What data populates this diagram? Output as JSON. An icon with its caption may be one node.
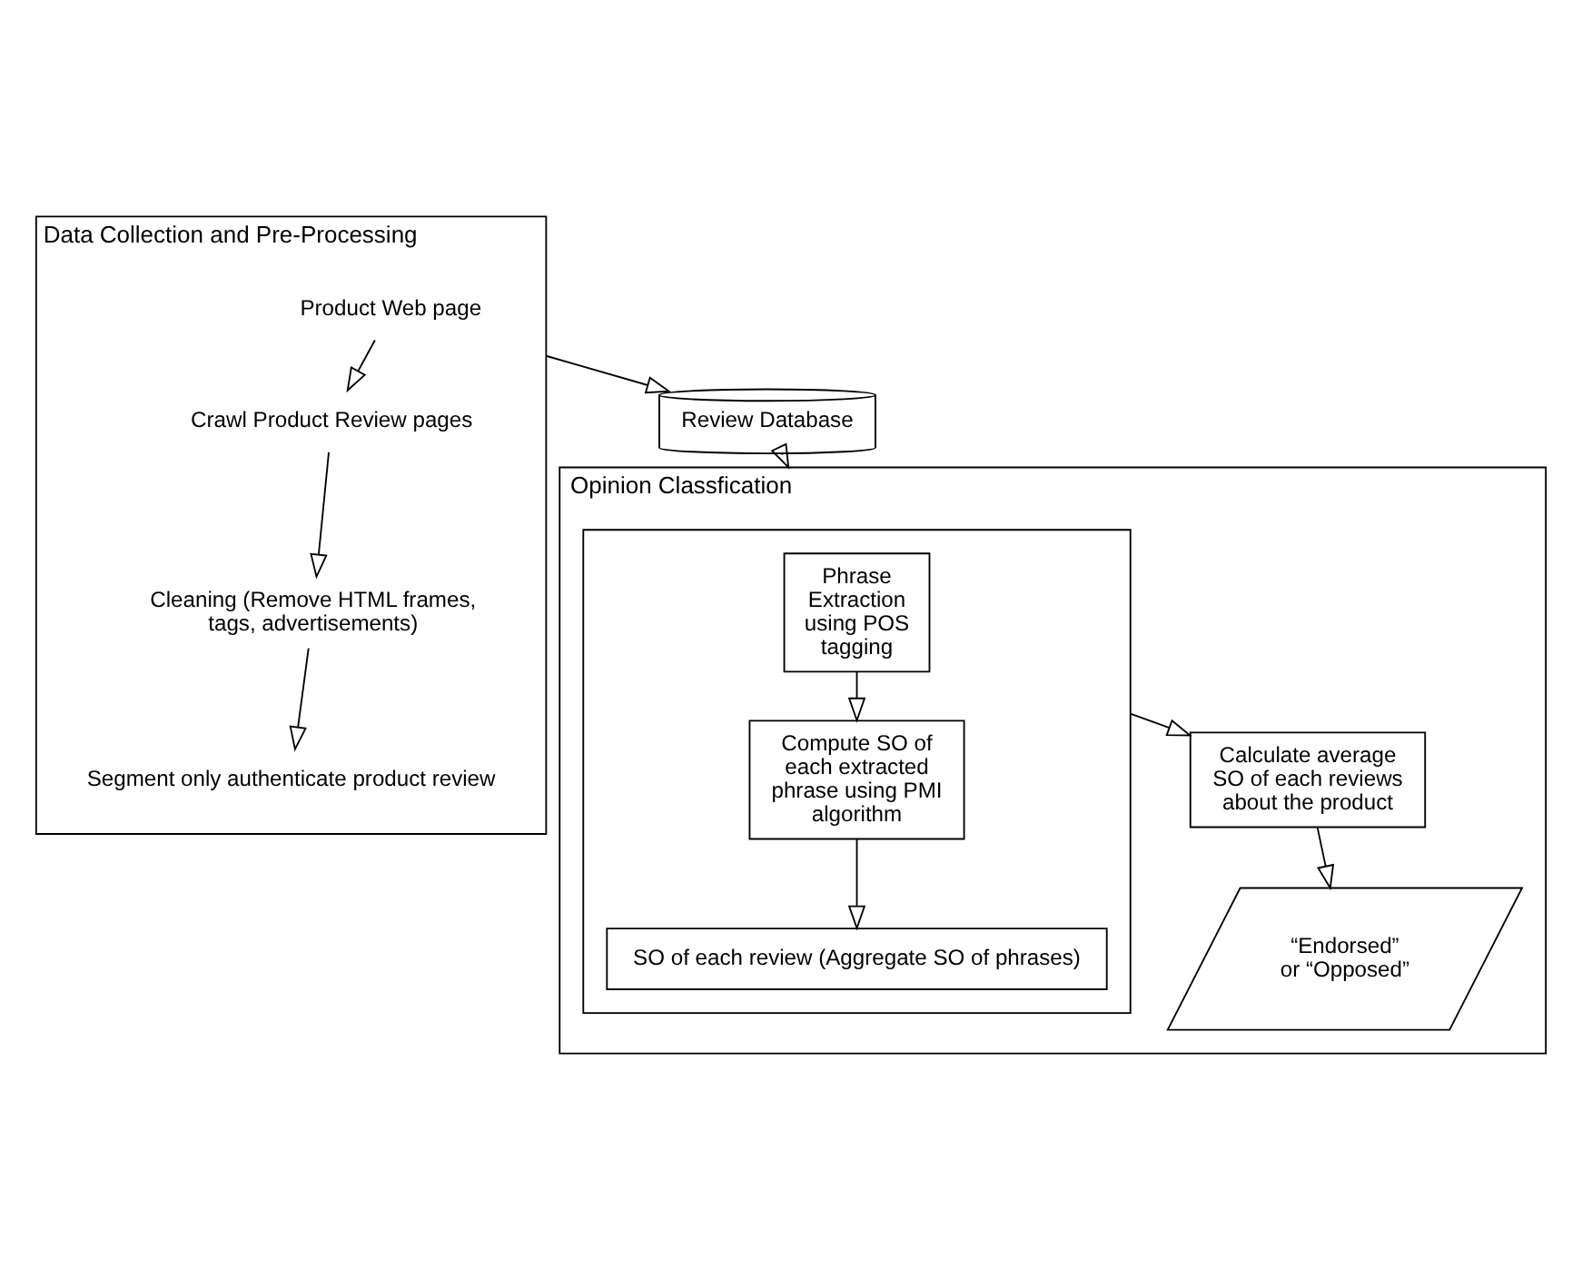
{
  "diagram": {
    "nodes": [
      {
        "text": [
          "Data Collection and Pre-Processing"
        ]
      },
      {
        "text": [
          "Product Web page"
        ],
        "in": 0
      },
      {
        "text": [
          "Crawl Product Review pages"
        ],
        "in": 0
      },
      {
        "text": [
          "Cleaning (Remove HTML frames, tags, advertisements)"
        ],
        "in": 0
      },
      {
        "text": [
          "Segment only authenticate product review"
        ],
        "in": 0
      },
      {
        "text": [
          "Review Database"
        ]
      },
      {
        "text": [
          "Opinion Classfication"
        ]
      },
      {
        "text": [],
        "shape": "box",
        "in": 6
      },
      {
        "text": [
          "Calculate average SO of each reviews about the product"
        ],
        "in": 6
      },
      {
        "text": [
          "“Endorsed” or “Opposed”"
        ],
        "in": 6
      },
      {
        "text": [
          "Phrase Extraction using POS tagging"
        ],
        "in": 7
      },
      {
        "text": [
          "Compute SO of each extracted phrase using PMI algorithm"
        ],
        "in": 7
      },
      {
        "text": [
          "SO of each review (Aggregate SO of phrases)"
        ],
        "in": 7
      }
    ],
    "edges": [
      {
        "from": 1,
        "to": 2,
        "arrow": "to"
      },
      {
        "from": 2,
        "to": 3,
        "arrow": "to"
      },
      {
        "from": 3,
        "to": 4,
        "arrow": "to"
      },
      {
        "from": 0,
        "to": 5,
        "arrow": "to"
      },
      {
        "from": 5,
        "to": 6,
        "arrow": "to"
      },
      {
        "from": 10,
        "to": 11,
        "arrow": "to"
      },
      {
        "from": 11,
        "to": 12,
        "arrow": "to"
      },
      {
        "from": 7,
        "to": 8,
        "arrow": "to"
      },
      {
        "from": 8,
        "to": 9,
        "arrow": "to"
      }
    ]
  }
}
